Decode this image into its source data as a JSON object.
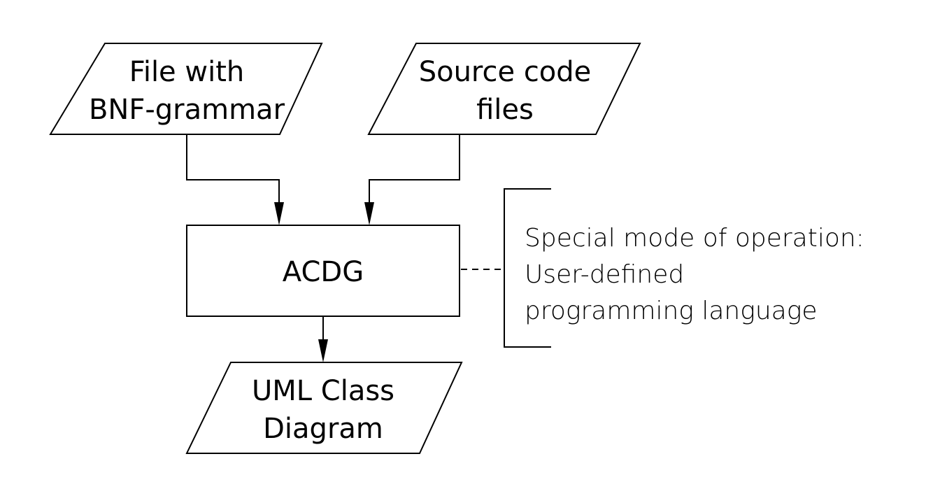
{
  "nodes": {
    "grammar_input": {
      "line1": "File with",
      "line2": "BNF-grammar"
    },
    "source_input": {
      "line1": "Source code",
      "line2": "files"
    },
    "acdg": {
      "label": "ACDG"
    },
    "uml_output": {
      "line1": "UML Class",
      "line2": "Diagram"
    }
  },
  "annotation": {
    "line1": "Special mode of operation:",
    "line2": "User-defined",
    "line3": "programming language"
  }
}
